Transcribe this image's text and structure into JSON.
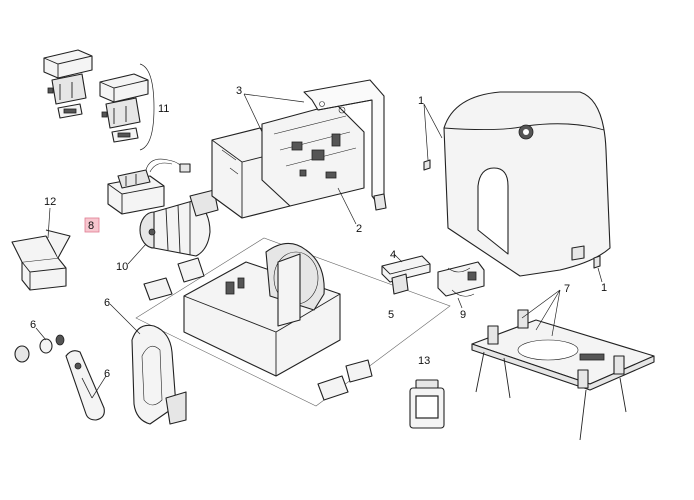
{
  "diagram": {
    "type": "exploded-parts-diagram",
    "highlighted_part": "8",
    "highlight_color": "#f7c6cf",
    "line_color": "#222222",
    "parts": [
      {
        "id": "p1a",
        "label": "1"
      },
      {
        "id": "p1b",
        "label": "1"
      },
      {
        "id": "p2",
        "label": "2"
      },
      {
        "id": "p3",
        "label": "3"
      },
      {
        "id": "p4",
        "label": "4"
      },
      {
        "id": "p5",
        "label": "5"
      },
      {
        "id": "p6a",
        "label": "6"
      },
      {
        "id": "p6b",
        "label": "6"
      },
      {
        "id": "p6c",
        "label": "6"
      },
      {
        "id": "p7",
        "label": "7"
      },
      {
        "id": "p8",
        "label": "8"
      },
      {
        "id": "p9",
        "label": "9"
      },
      {
        "id": "p10",
        "label": "10"
      },
      {
        "id": "p11",
        "label": "11"
      },
      {
        "id": "p12",
        "label": "12"
      },
      {
        "id": "p13",
        "label": "13"
      }
    ]
  }
}
